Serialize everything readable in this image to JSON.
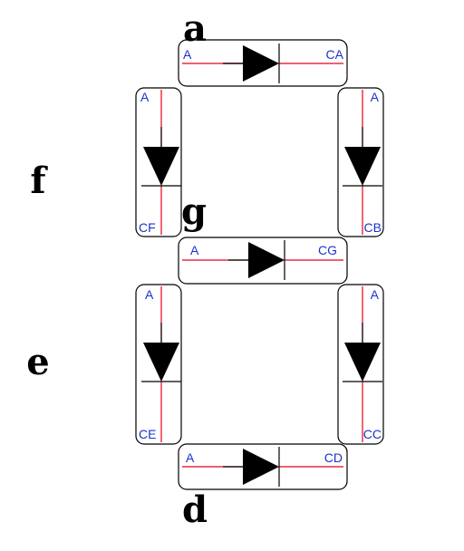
{
  "colors": {
    "wire": "#e8001c",
    "pin_text": "#1a33cc",
    "outline": "#000000"
  },
  "segments": {
    "a": {
      "label": "a",
      "anode": "A",
      "cathode": "CA"
    },
    "b": {
      "anode": "A",
      "cathode": "CB"
    },
    "c": {
      "anode": "A",
      "cathode": "CC"
    },
    "d": {
      "label": "d",
      "anode": "A",
      "cathode": "CD"
    },
    "e": {
      "label": "e",
      "anode": "A",
      "cathode": "CE"
    },
    "f": {
      "label": "f",
      "anode": "A",
      "cathode": "CF"
    },
    "g": {
      "label": "g",
      "anode": "A",
      "cathode": "CG"
    }
  }
}
